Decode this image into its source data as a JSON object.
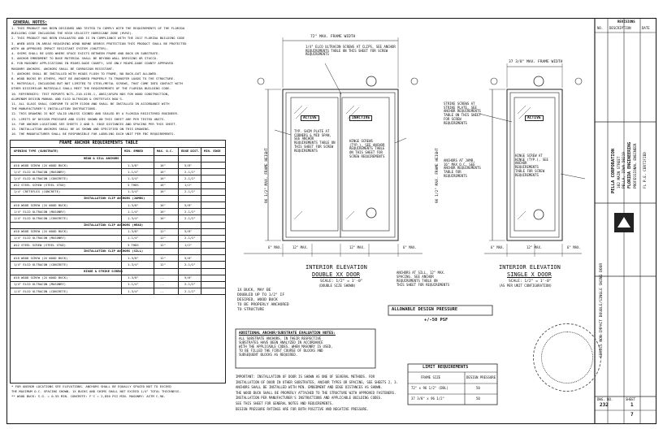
{
  "general_notes": {
    "title": "GENERAL NOTES:",
    "lines": [
      "1. THIS PRODUCT HAS BEEN DESIGNED AND TESTED TO COMPLY WITH THE REQUIREMENTS OF THE FLORIDA",
      "BUILDING CODE INCLUDING THE HIGH VELOCITY HURRICANE ZONE (HVHZ).",
      "2. THIS PRODUCT HAS BEEN EVALUATED AND IS IN COMPLIANCE WITH THE 2017 FLORIDA BUILDING CODE",
      "3. WHEN USED IN AREAS REQUIRING WIND BORNE DEBRIS PROTECTION THIS PRODUCT SHALL BE PROTECTED",
      "WITH AN APPROVED IMPACT RESISTANT SYSTEM (SHUTTER).",
      "4. SHIMS SHALL BE USED WHERE SPACE EXISTS BETWEEN FRAME AND BUCK OR SUBSTRATE.",
      "5. ANCHOR EMBEDMENT TO BASE MATERIAL SHALL BE BEYOND WALL DRESSING OR STUCCO.",
      "6. FOR MASONRY APPLICATIONS IN MIAMI-DADE COUNTY, USE ONLY MIAMI-DADE COUNTY APPROVED",
      "MASONRY ANCHORS. ANCHORS SHALL BE CORROSION RESISTANT.",
      "7. ANCHORS SHALL BE INSTALLED WITH HEADS FLUSH TO FRAME, NO BACK-OUT ALLOWED.",
      "8. WOOD BUCKS BY OTHERS, MUST BE ANCHORED PROPERLY TO TRANSFER LOADS TO THE STRUCTURE.",
      "9. MATERIALS, INCLUDING BUT NOT LIMITED TO STEEL/METAL SCREWS, THAT COME INTO CONTACT WITH",
      "OTHER DISSIMILAR MATERIALS SHALL MEET THE REQUIREMENTS OF THE FLORIDA BUILDING CODE.",
      "10. REFERENCES: TEST REPORTS NCTL-210-4195-1, ANSI/AF&PA NDS FOR WOOD CONSTRUCTION,",
      "ALUMINUM DESIGN MANUAL AND ELCO ULTRACON & CRETEFLEX NOA'S.",
      "11. ALL GLASS SHALL CONFORM TO ASTM E1300 AND SHALL BE INSTALLED IN ACCORDANCE WITH",
      "THE MANUFACTURER'S INSTALLATION INSTRUCTIONS.",
      "12. THIS DRAWING IS NOT VALID UNLESS SIGNED AND SEALED BY A FLORIDA REGISTERED ENGINEER.",
      "13. LIMITS OF DESIGN PRESSURE AND SIZES SHOWN ON THIS SHEET ARE PER TESTED UNITS.",
      "14. FOR ANCHOR LOCATIONS SEE SHEETS 2 AND 3. EDGE DISTANCES AND SPACING PER THIS SHEET.",
      "15. INSTALLATION ANCHORS SHALL BE AS SHOWN AND SPECIFIED ON THIS DRAWING.",
      "16. THE MANUFACTURER SHALL BE RESPONSIBLE FOR LABELING EACH UNIT PER FBC REQUIREMENTS."
    ]
  },
  "anchor_table": {
    "title": "FRAME ANCHOR REQUIREMENTS TABLE",
    "header": [
      "OPENING TYPE (SUBSTRATE)",
      "MIN. EMBED",
      "MAX. O.C.",
      "EDGE DIST.",
      "MIN. EDGE"
    ],
    "sections": [
      {
        "title": "HEAD & SILL ANCHORS",
        "rows": [
          [
            "#10 WOOD SCREW (2X WOOD BUCK)",
            "1-3/8\"",
            "16\"",
            "5/8\""
          ],
          [
            "1/4\" ELCO ULTRACON (MASONRY)",
            "1-1/4\"",
            "16\"",
            "2-1/2\""
          ],
          [
            "1/4\" ELCO ULTRACON (CONCRETE)",
            "1-3/4\"",
            "16\"",
            "2-1/2\""
          ],
          [
            "#12 STEEL SCREW (STEEL STUD)",
            "3 THDS",
            "16\"",
            "1/2\""
          ],
          [
            "1/4\" CRETEFLEX (CONCRETE)",
            "1-3/4\"",
            "16\"",
            "2-1/2\""
          ]
        ]
      },
      {
        "title": "INSTALLATION CLIP ANCHORS (JAMBS)",
        "rows": [
          [
            "#10 WOOD SCREW (2X WOOD BUCK)",
            "1-3/8\"",
            "16\"",
            "5/8\""
          ],
          [
            "1/4\" ELCO ULTRACON (MASONRY)",
            "1-1/4\"",
            "16\"",
            "2-1/2\""
          ],
          [
            "1/4\" ELCO ULTRACON (CONCRETE)",
            "1-3/4\"",
            "16\"",
            "2-1/2\""
          ]
        ]
      },
      {
        "title": "INSTALLATION CLIP ANCHORS (HEAD)",
        "rows": [
          [
            "#10 WOOD SCREW (2X WOOD BUCK)",
            "1-3/8\"",
            "12\"",
            "5/8\""
          ],
          [
            "1/4\" ELCO ULTRACON (MASONRY)",
            "1-1/4\"",
            "12\"",
            "2-1/2\""
          ],
          [
            "#12 STEEL SCREW (STEEL STUD)",
            "3 THDS",
            "12\"",
            "1/2\""
          ]
        ]
      },
      {
        "title": "INSTALLATION CLIP ANCHORS (SILL)",
        "rows": [
          [
            "#10 WOOD SCREW (2X WOOD BUCK)",
            "1-3/8\"",
            "12\"",
            "5/8\""
          ],
          [
            "1/4\" ELCO ULTRACON (CONCRETE)",
            "1-3/4\"",
            "12\"",
            "2-1/2\""
          ]
        ]
      },
      {
        "title": "HINGE & STRIKE SCREWS",
        "rows": [
          [
            "#10 WOOD SCREW (2X WOOD BUCK)",
            "1-3/8\"",
            "--",
            "5/8\""
          ],
          [
            "1/4\" ELCO ULTRACON (MASONRY)",
            "1-1/4\"",
            "--",
            "2-1/2\""
          ],
          [
            "1/4\" ELCO ULTRACON (CONCRETE)",
            "1-3/4\"",
            "--",
            "2-1/2\""
          ]
        ]
      }
    ],
    "footnotes": [
      "* FOR ANCHOR LOCATIONS SEE ELEVATIONS. ANCHORS SHALL BE EQUALLY SPACED NOT TO EXCEED",
      "THE MAXIMUM O.C. SPACING SHOWN. 1X BUCKS AND SHIMS SHALL NOT EXCEED 1/4\" TOTAL THICKNESS.",
      "** WOOD BUCK: S.G. = 0.55 MIN. CONCRETE: F'C = 2,850 PSI MIN. MASONRY: ASTM C-90."
    ]
  },
  "double_door": {
    "top_dim": "72\" MAX. FRAME WIDTH",
    "note_top": "1/4\" ELCO ULTRACON SCREWS AT CLIPS, SEE ANCHOR REQUIREMENTS TABLE ON THIS SHEET FOR SCREW REQUIREMENTS",
    "left_label": "ACTIVE",
    "right_label": "INACTIVE",
    "callout_left": [
      "TYP. SHIM PLATE AT CORNERS & MID SPAN, SEE ANCHOR REQUIREMENTS TABLE ON THIS SHEET FOR SCREW REQUIREMENTS"
    ],
    "callout_right": [
      "HINGE SCREWS (TYP.), SEE ANCHOR REQUIREMENTS TABLE ON THIS SHEET FOR SCREW REQUIREMENTS"
    ],
    "height_dim": "96 1/2\" MAX. FRAME HEIGHT",
    "bottom_dims": [
      "6\" MAX.",
      "12\" MAX.",
      "12\" MAX.",
      "6\" MAX."
    ],
    "title": "INTERIOR ELEVATION",
    "subtitle": "DOUBLE XX DOOR",
    "scale": "SCALE: 1/2\" = 1'-0\"",
    "scale_note": "(DOUBLE SIZE SHOWN)"
  },
  "single_door": {
    "top_dim": "37 3/8\" MAX. FRAME WIDTH",
    "label": "ACTIVE",
    "callout_left": [
      "STRIKE SCREWS AT STRIKE PLATE, SEE ANCHOR REQUIREMENTS TABLE ON THIS SHEET FOR SCREW REQUIREMENTS"
    ],
    "callout_right": [
      "HINGE SCREW AT HINGE (TYP.), SEE ANCHOR REQUIREMENTS TABLE FOR SCREW REQUIREMENTS"
    ],
    "anchor_note": [
      "ANCHORS AT JAMB, 16\" MAX O.C. SEE ANCHOR REQUIREMENTS TABLE FOR REQUIREMENTS"
    ],
    "height_dim": "96 1/2\" MAX. FRAME HEIGHT",
    "bottom_dims": [
      "6\" MAX.",
      "12\" MAX.",
      "6\" MAX."
    ],
    "title": "INTERIOR ELEVATION",
    "subtitle": "SINGLE X DOOR",
    "scale": "SCALE: 1/2\" = 1'-0\"",
    "scale_note": "(AS PER UNIT CONFIGURATION)"
  },
  "middle_note": [
    "1X BUCK, MAY BE",
    "DOUBLED UP TO 1/2\" IF",
    "DESIRED, WOOD BUCK",
    "TO BE PROPERLY ANCHORED",
    "TO STRUCTURE"
  ],
  "anchor_note_right": [
    "ANCHORS AT SILL, 12\" MAX.",
    "SPACING. SEE ANCHOR",
    "REQUIREMENTS TABLE ON",
    "THIS SHEET FOR REQUIREMENTS"
  ],
  "design_pressure": {
    "title": "ALLOWABLE DESIGN PRESSURE",
    "value": "+/-50 PSF"
  },
  "substrate_notes": {
    "title": "ADDITIONAL ANCHOR/SUBSTRATE EVALUATION NOTES:",
    "lines": [
      "ALL SUBSTRATE ANCHORS, IN THEIR RESPECTIVE",
      "SUBSTRATES HAVE BEEN ANALYZED IN ACCORDANCE",
      "WITH THE APPLICABLE CODES. WHEN MASONRY IS USED,",
      "TO BE FILLED THE FIRST COURSE OF BLOCKS AND",
      "SUBSEQUENT BLOCKS AS REQUIRED."
    ]
  },
  "bottom_notes": {
    "lines": [
      "IMPORTANT: INSTALLATION OF DOOR IS SHOWN AS ONE OF SEVERAL METHODS. FOR",
      "INSTALLATION OF DOOR IN OTHER SUBSTRATES, ANCHOR TYPES OR SPACING, SEE SHEETS 2, 3.",
      "ANCHORS SHALL BE INSTALLED WITH MIN. EMBEDMENT AND EDGE DISTANCES AS SHOWN.",
      "THE WOOD BUCK SHALL BE PROPERLY ATTACHED TO THE STRUCTURE WITH APPROVED FASTENERS.",
      "INSTALLATION PER MANUFACTURER'S INSTRUCTIONS AND APPLICABLE BUILDING CODES.",
      "SEE THIS SHEET FOR GENERAL NOTES AND REQUIREMENTS.",
      "DESIGN PRESSURE RATINGS ARE FOR BOTH POSITIVE AND NEGATIVE PRESSURE."
    ]
  },
  "limit_requirements": {
    "title": "LIMIT REQUIREMENTS",
    "headers": [
      "FRAME SIZE",
      "DESIGN PRESSURE"
    ],
    "rows": [
      [
        "72\" x 96 1/2\" (DBL)",
        "50"
      ],
      [
        "37 3/8\" x 96 1/2\"",
        "50"
      ]
    ]
  },
  "title_block": {
    "revisions_header": "REVISIONS",
    "rev_cols": [
      "NO.",
      "DESCRIPTION",
      "DATE"
    ],
    "series": "SERIES NON-IMPACT DOUBLE/SINGLE SWING DOOR",
    "company": "PELLA CORPORATION",
    "address": [
      "102 MAIN STREET",
      "PELLA, IOWA 50219"
    ],
    "engineer": "FLORIDA ENGINEERING",
    "engineer_lines": [
      "PROFESSIONAL ENGINEER",
      "FL P.E. CERTIFIED"
    ],
    "drawing_no_label": "DWG. NO.",
    "drawing_no": "232",
    "sheet_label": "SHEET",
    "sheet": "1",
    "of": "7"
  }
}
